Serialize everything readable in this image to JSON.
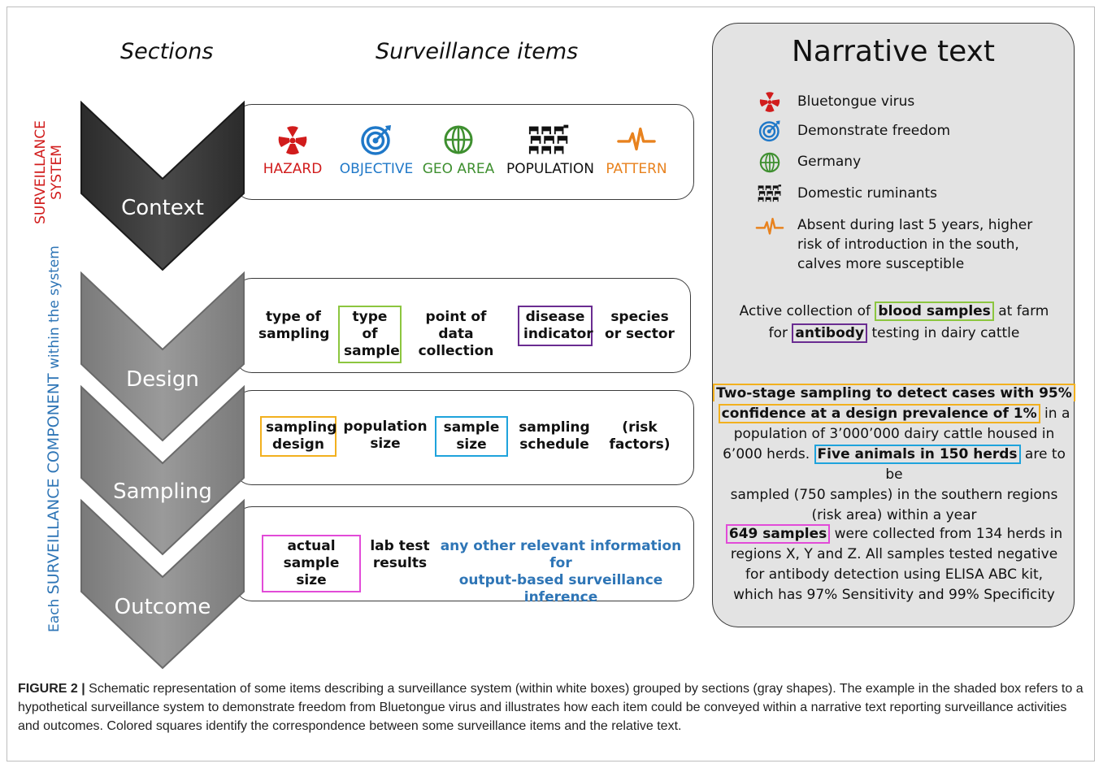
{
  "headers": {
    "sections": "Sections",
    "items": "Surveillance items"
  },
  "vertical_labels": {
    "system": [
      "SURVEILLANCE",
      "SYSTEM"
    ],
    "component_pre": "Each ",
    "component_mid": "SURVEILLANCE COMPONENT",
    "component_post": " within the system"
  },
  "sections": {
    "context": "Context",
    "design": "Design",
    "sampling": "Sampling",
    "outcome": "Outcome"
  },
  "context_items": [
    {
      "label": "HAZARD",
      "icon": "hazard-icon",
      "color": "#d11c1c"
    },
    {
      "label": "OBJECTIVE",
      "icon": "target-icon",
      "color": "#1f78c8"
    },
    {
      "label": "GEO AREA",
      "icon": "globe-icon",
      "color": "#3e8f2f"
    },
    {
      "label": "POPULATION",
      "icon": "livestock-icon",
      "color": "#111111"
    },
    {
      "label": "PATTERN",
      "icon": "pulse-icon",
      "color": "#e8821e"
    }
  ],
  "design_items": [
    {
      "l1": "type of",
      "l2": "sampling",
      "box": ""
    },
    {
      "l1": "type of",
      "l2": "sample",
      "box": "#8cc63f"
    },
    {
      "l1": "point of data",
      "l2": "collection",
      "box": ""
    },
    {
      "l1": "disease",
      "l2": "indicator",
      "box": "#6a2c91"
    },
    {
      "l1": "species",
      "l2": "or sector",
      "box": ""
    }
  ],
  "sampling_items": [
    {
      "l1": "sampling",
      "l2": "design",
      "box": "#f2b01e"
    },
    {
      "l1": "population",
      "l2": "size",
      "box": ""
    },
    {
      "l1": "sample",
      "l2": "size",
      "box": "#1ea3dc"
    },
    {
      "l1": "sampling",
      "l2": "schedule",
      "box": ""
    },
    {
      "l1": "(risk",
      "l2": "factors)",
      "box": ""
    }
  ],
  "outcome_items": {
    "actual": {
      "l1": "actual",
      "l2": "sample size",
      "box": "#e24bd8"
    },
    "lab": {
      "l1": "lab test",
      "l2": "results"
    },
    "other": {
      "l1": "any other relevant information for",
      "l2": "output-based surveillance",
      "l3": "inference",
      "color": "#2e75b6"
    }
  },
  "narrative": {
    "title": "Narrative text",
    "legend": [
      {
        "icon": "hazard-icon",
        "text": "Bluetongue virus"
      },
      {
        "icon": "target-icon",
        "text": "Demonstrate freedom"
      },
      {
        "icon": "globe-icon",
        "text": "Germany"
      },
      {
        "icon": "livestock-icon",
        "text": "Domestic ruminants"
      },
      {
        "icon": "pulse-icon",
        "lines": [
          "Absent during last 5 years, higher",
          "risk of introduction in the south,",
          "calves more susceptible"
        ]
      }
    ],
    "p1": {
      "a": "Active collection of ",
      "b": "blood samples",
      "c": " at farm",
      "d": "for ",
      "e": "antibody",
      "f": " testing in dairy cattle"
    },
    "p2": {
      "a1": "Two-stage sampling to detect cases with 95%",
      "a2": "confidence at a design prevalence of 1%",
      "b": " in a",
      "c": "population of 3’000’000 dairy cattle housed in",
      "d": "6’000 herds. ",
      "e": "Five animals in 150 herds",
      "f": " are to be",
      "g": "sampled (750 samples) in the southern regions",
      "h": "(risk area) within a year"
    },
    "p3": {
      "a": "649 samples",
      "b": " were collected from 134 herds in",
      "c": "regions X, Y and Z. All samples tested negative",
      "d": "for antibody detection using ELISA ABC kit,",
      "e": "which has 97% Sensitivity and 99% Specificity"
    }
  },
  "caption": {
    "label": "FIGURE 2 |",
    "text": " Schematic representation of some items describing a surveillance system (within white boxes) grouped by sections (gray shapes). The example in the shaded box refers to a hypothetical surveillance system to demonstrate freedom from Bluetongue virus and illustrates how each item could be conveyed within a narrative text reporting surveillance activities and outcomes. Colored squares identify the correspondence between some surveillance items and the relative text."
  }
}
